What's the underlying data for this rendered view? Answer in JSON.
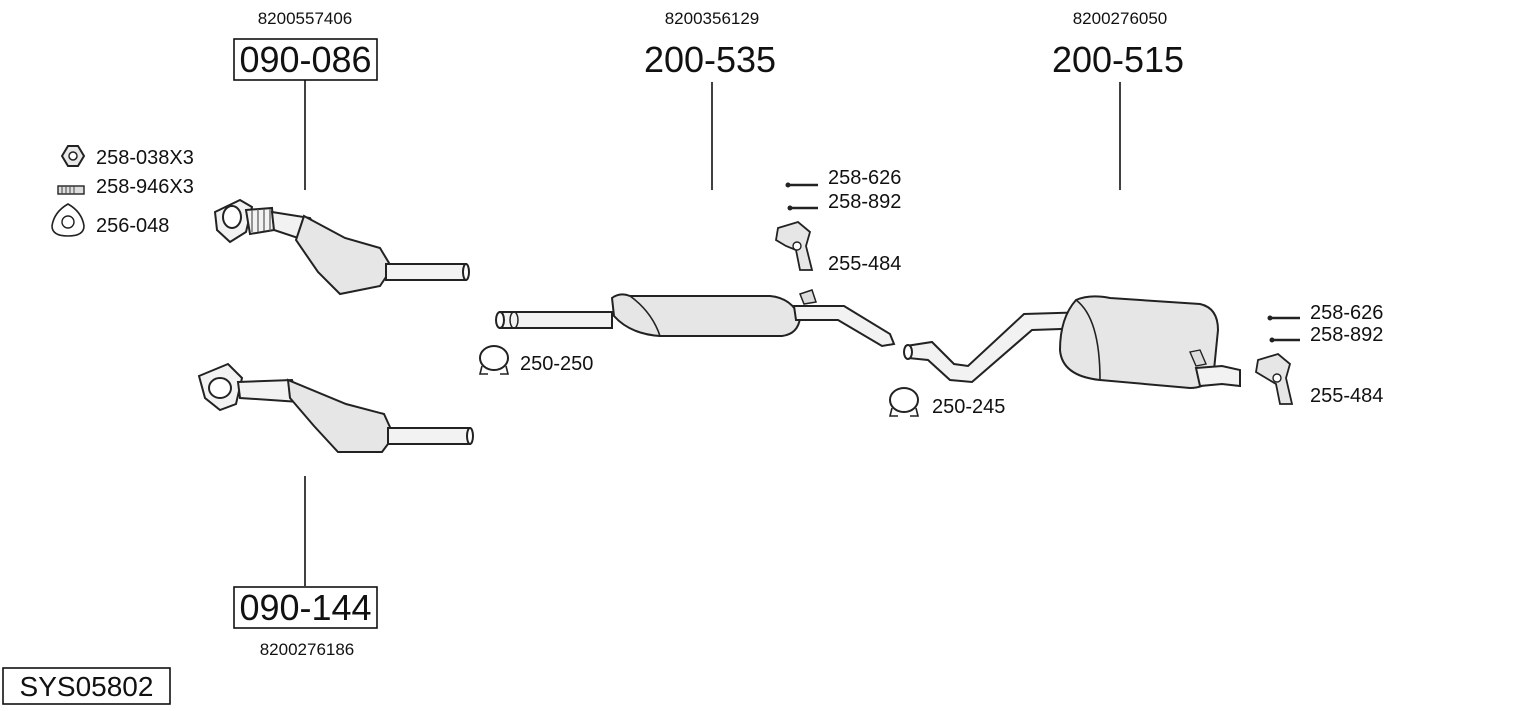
{
  "diagram_id": "SYS05802",
  "parts": {
    "cat_top": {
      "ref": "090-086",
      "oem": "8200557406"
    },
    "cat_bottom": {
      "ref": "090-144",
      "oem": "8200276186"
    },
    "middle": {
      "ref": "200-535",
      "oem": "8200356129"
    },
    "rear": {
      "ref": "200-515",
      "oem": "8200276050"
    }
  },
  "fittings": {
    "nut": "258-038X3",
    "stud": "258-946X3",
    "gasket": "256-048",
    "clamp_front": "250-250",
    "clamp_rear": "250-245",
    "mount_mid_bolt": "258-626",
    "mount_mid_washer": "258-892",
    "mount_mid_hanger": "255-484",
    "mount_rear_bolt": "258-626",
    "mount_rear_washer": "258-892",
    "mount_rear_hanger": "255-484"
  }
}
